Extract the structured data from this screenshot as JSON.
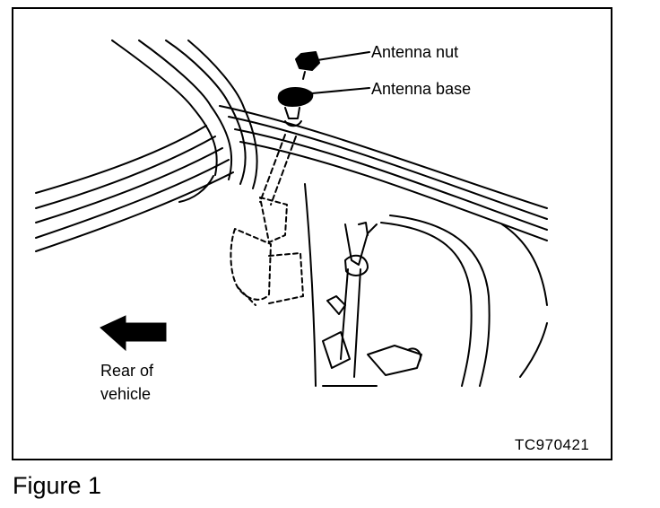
{
  "callouts": {
    "antenna_nut": "Antenna nut",
    "antenna_base": "Antenna base"
  },
  "direction": {
    "line1": "Rear of",
    "line2": "vehicle"
  },
  "diagram_code": "TC970421",
  "caption": "Figure 1",
  "colors": {
    "ink": "#000000",
    "paper": "#ffffff"
  },
  "icons": {
    "direction_arrow": "arrow-left-icon"
  }
}
